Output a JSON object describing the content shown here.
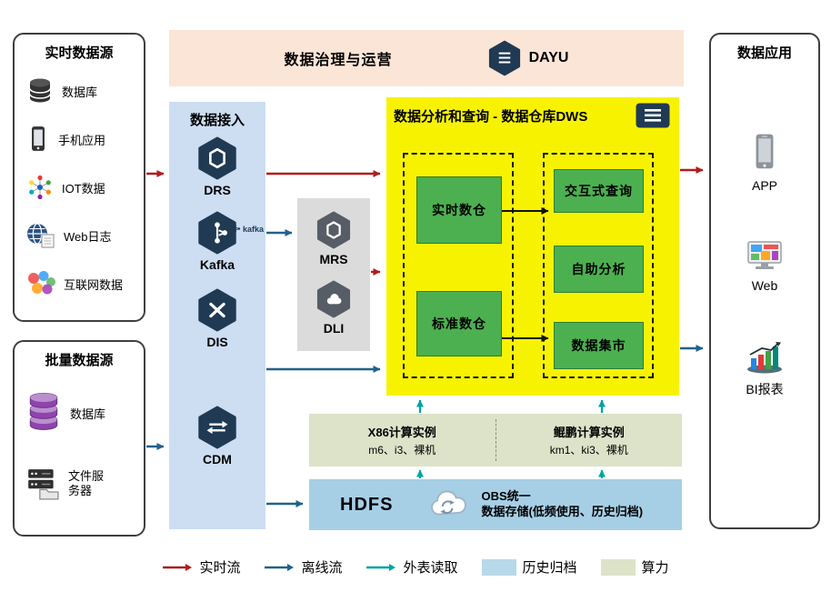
{
  "governance": {
    "title": "数据治理与运营",
    "product": "DAYU"
  },
  "realtime_sources": {
    "title": "实时数据源",
    "items": [
      "数据库",
      "手机应用",
      "IOT数据",
      "Web日志",
      "互联网数据"
    ]
  },
  "batch_sources": {
    "title": "批量数据源",
    "items": [
      "数据库",
      "文件服务器"
    ]
  },
  "ingestion": {
    "title": "数据接入",
    "services": [
      "DRS",
      "Kafka",
      "DIS",
      "CDM"
    ],
    "kafka_mark": "kafka"
  },
  "processing": {
    "services": [
      "MRS",
      "DLI"
    ]
  },
  "dws": {
    "title": "数据分析和查询 - 数据仓库DWS",
    "warehouses": [
      "实时数仓",
      "标准数仓"
    ],
    "services": [
      "交互式查询",
      "自助分析",
      "数据集市"
    ]
  },
  "compute": {
    "x86": {
      "title": "X86计算实例",
      "spec": "m6、i3、裸机"
    },
    "kunpeng": {
      "title": "鲲鹏计算实例",
      "spec": "km1、ki3、裸机"
    }
  },
  "storage": {
    "hdfs": "HDFS",
    "obs_title": "OBS统一",
    "obs_desc": "数据存储(低频使用、历史归档)"
  },
  "applications": {
    "title": "数据应用",
    "items": [
      "APP",
      "Web",
      "BI报表"
    ]
  },
  "legend": {
    "realtime": "实时流",
    "offline": "离线流",
    "external": "外表读取",
    "archive": "历史归档",
    "compute": "算力"
  },
  "colors": {
    "realtime_flow": "#b01c1c",
    "offline_flow": "#21618c",
    "external_read": "#00a3a3",
    "archive_fill": "#b7d9ea",
    "compute_fill": "#dce3c9",
    "dws_fill": "#f7f300",
    "warehouse_green": "#4cb050",
    "ingestion_fill": "#cdddf2",
    "governance_fill": "#fbe5d6"
  }
}
